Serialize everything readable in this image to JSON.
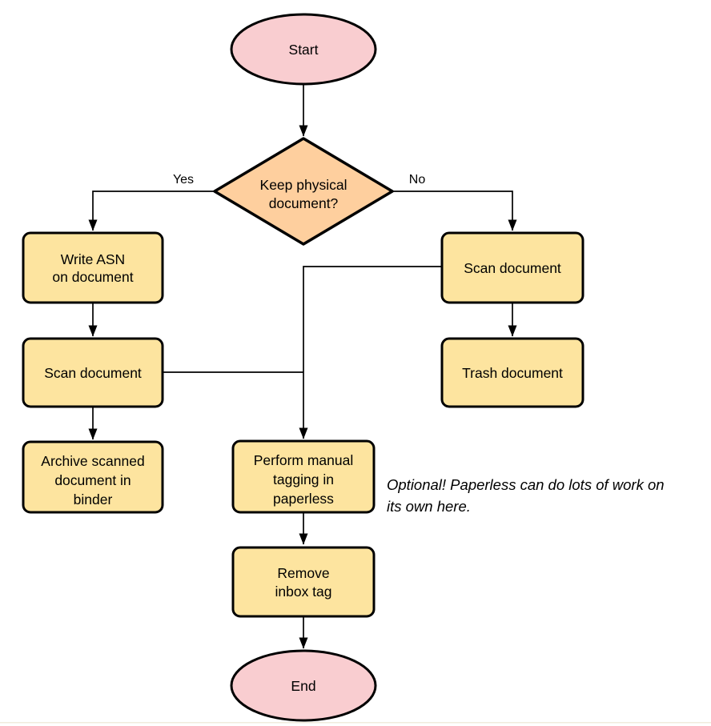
{
  "diagram": {
    "colors": {
      "terminal_fill": "#f9cdd0",
      "decision_fill": "#fecf9e",
      "process_fill": "#fde49f",
      "stroke": "#000000",
      "bottom_rule": "#f0ebdd"
    },
    "nodes": {
      "start": {
        "label": "Start"
      },
      "decision": {
        "lines": [
          "Keep physical",
          "document?"
        ]
      },
      "write_asn": {
        "lines": [
          "Write ASN",
          "on document"
        ]
      },
      "scan_left": {
        "label": "Scan document"
      },
      "archive": {
        "lines": [
          "Archive scanned",
          "document in",
          "binder"
        ]
      },
      "scan_right": {
        "label": "Scan document"
      },
      "trash": {
        "label": "Trash document"
      },
      "tagging": {
        "lines": [
          "Perform manual",
          "tagging in",
          "paperless"
        ]
      },
      "remove_inbox": {
        "lines": [
          "Remove",
          "inbox tag"
        ]
      },
      "end": {
        "label": "End"
      }
    },
    "edge_labels": {
      "yes": "Yes",
      "no": "No"
    },
    "annotation": {
      "lines": [
        "Optional! Paperless can do lots of work on",
        "its own here."
      ]
    }
  }
}
